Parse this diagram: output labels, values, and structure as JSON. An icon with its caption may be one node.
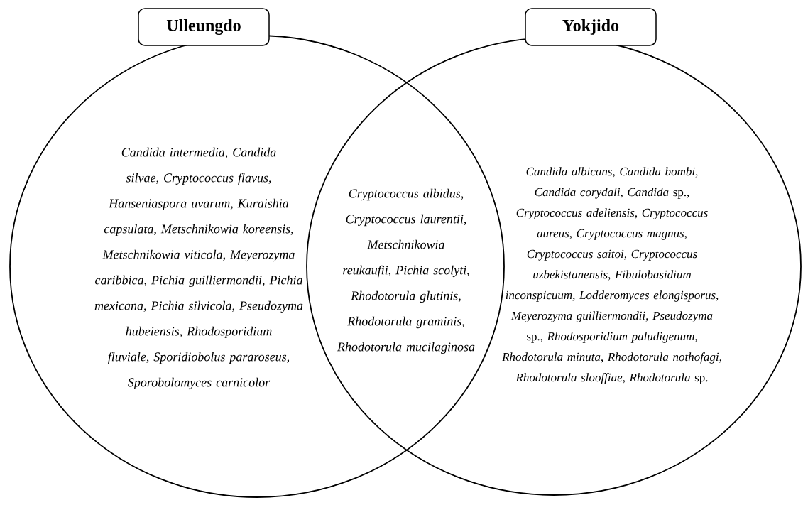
{
  "diagram": {
    "nodes": [
      {
        "text": [
          "Candida intermedia, Candida silvae, Cryptococcus flavus, Hanseniaspora uvarum, Kuraishia capsulata, Metschnikowia koreensis, Metschnikowia viticola, Meyerozyma caribbica, Pichia guilliermondii, Pichia mexicana, Pichia silvicola, Pseudozyma hubeiensis, Rhodosporidium fluviale, Sporidiobolus pararoseus, Sporobolomyces carnicolor"
        ]
      },
      {
        "text": [
          "*Candida albicans, Candida bombi, Candida corydali, Candida* sp., *Cryptococcus adeliensis, Cryptococcus aureus, Cryptococcus magnus, Cryptococcus saitoi, Cryptococcus uzbekistanensis, Fibulobasidium inconspicuum, Lodderomyces elongisporus, Meyerozyma guilliermondii, Pseudozyma* sp., *Rhodosporidium paludigenum, Rhodotorula minuta, Rhodotorula nothofagi, Rhodotorula slooffiae, Rhodotorula* sp."
        ]
      },
      {
        "text": [
          "Ulleungdo"
        ]
      },
      {
        "text": [
          "Yokjido"
        ]
      }
    ],
    "labels": [
      "Cryptococcus albidus, Cryptococcus laurentii, Metschnikowia reukaufii, Pichia scolyti, Rhodotorula glutinis, Rhodotorula graminis, Rhodotorula mucilaginosa"
    ]
  }
}
